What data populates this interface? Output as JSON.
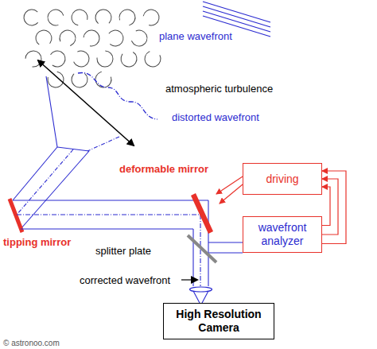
{
  "diagram": {
    "nodes": [
      {
        "text": [
          "driving"
        ]
      },
      {
        "text": [
          "wavefront analyzer"
        ]
      },
      {
        "text": [
          "High Resolution Camera"
        ]
      }
    ],
    "edges": [
      {
        "from": 1,
        "to": 0,
        "arrow": "to"
      }
    ],
    "labels": [
      "plane wavefront",
      "atmospheric turbulence",
      "distorted wavefront",
      "deformable mirror",
      "tipping mirror",
      "splitter plate",
      "corrected wavefront",
      "© astronoo.com"
    ]
  }
}
